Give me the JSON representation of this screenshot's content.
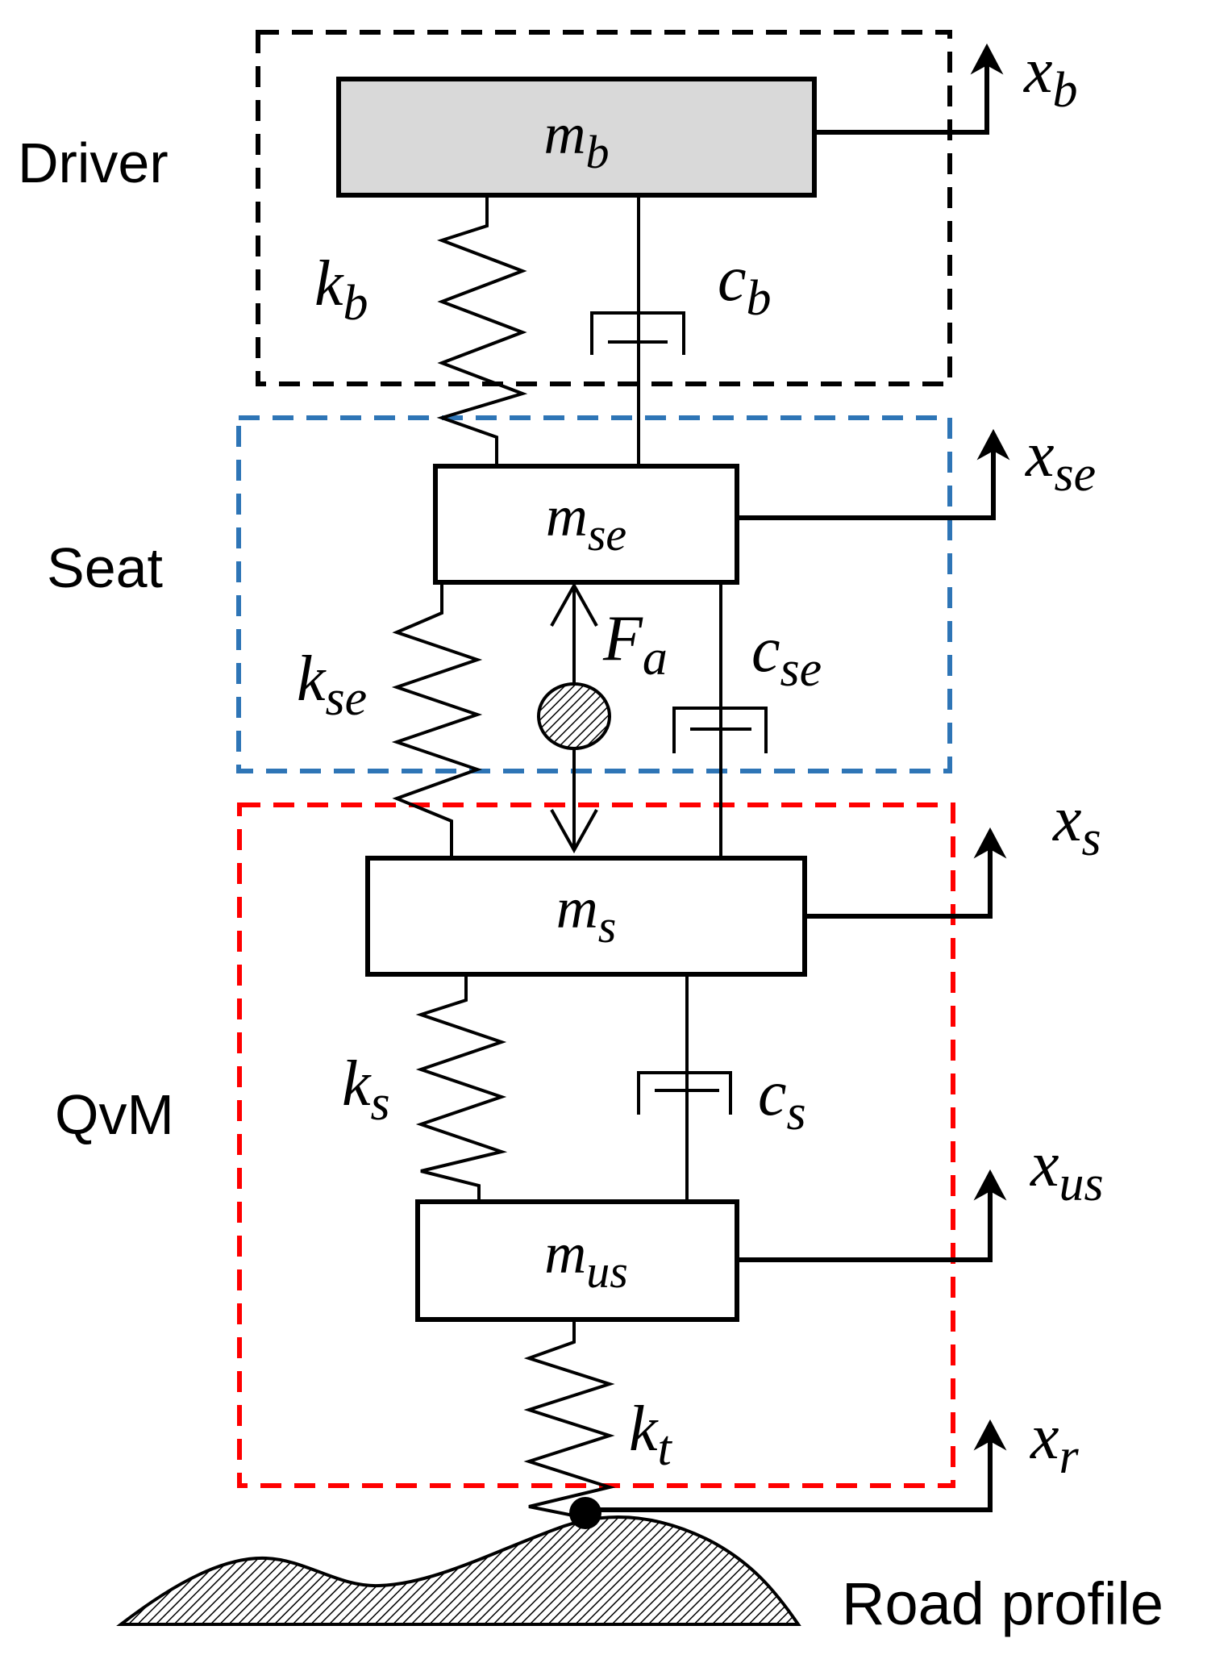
{
  "groups": {
    "driver": {
      "label": "Driver",
      "color": "#000000"
    },
    "seat": {
      "label": "Seat",
      "color": "#2e75b6"
    },
    "qvm": {
      "label": "QvM",
      "color": "#ff0000"
    }
  },
  "masses": {
    "body": {
      "symbol": "m",
      "subscript": "b",
      "fill": "#d9d9d9"
    },
    "seat": {
      "symbol": "m",
      "subscript": "se"
    },
    "sprung": {
      "symbol": "m",
      "subscript": "s"
    },
    "unsprung": {
      "symbol": "m",
      "subscript": "us"
    }
  },
  "springs": {
    "body": {
      "symbol": "k",
      "subscript": "b"
    },
    "seat": {
      "symbol": "k",
      "subscript": "se"
    },
    "suspension": {
      "symbol": "k",
      "subscript": "s"
    },
    "tire": {
      "symbol": "k",
      "subscript": "t"
    }
  },
  "dampers": {
    "body": {
      "symbol": "c",
      "subscript": "b"
    },
    "seat": {
      "symbol": "c",
      "subscript": "se"
    },
    "suspension": {
      "symbol": "c",
      "subscript": "s"
    }
  },
  "actuator": {
    "symbol": "F",
    "subscript": "a"
  },
  "displacements": {
    "body": {
      "symbol": "x",
      "subscript": "b"
    },
    "seat": {
      "symbol": "x",
      "subscript": "se"
    },
    "sprung": {
      "symbol": "x",
      "subscript": "s"
    },
    "unsprung": {
      "symbol": "x",
      "subscript": "us"
    },
    "road": {
      "symbol": "x",
      "subscript": "r"
    }
  },
  "road": {
    "label": "Road profile"
  }
}
